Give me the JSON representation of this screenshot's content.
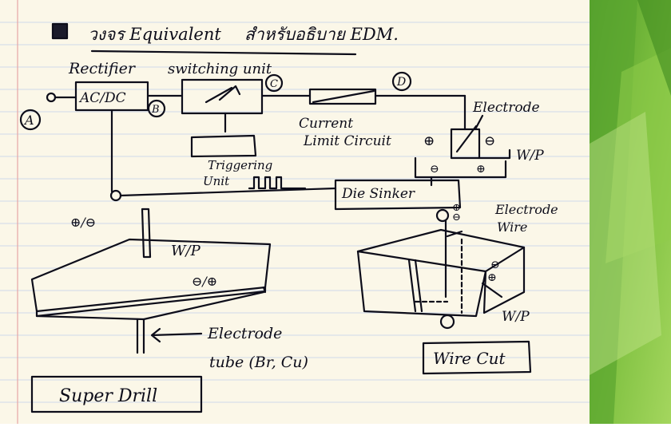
{
  "header": {
    "title_left": "วงจร Equivalent",
    "title_right": "สำหรับอธิบาย EDM."
  },
  "labels": {
    "rectifier": "Rectifier",
    "switching_unit": "switching unit",
    "acdc": "AC/DC",
    "point_a": "A",
    "point_b": "B",
    "point_c": "C",
    "point_d": "D",
    "resistor_text": "",
    "current_limit_line1": "Current",
    "current_limit_line2": "Limit Circuit",
    "plus_sign": "⊕",
    "minus_sign": "⊖",
    "electrode_top": "Electrode",
    "wp_top": "W/P",
    "triggering_line1": "Triggering",
    "triggering_line2": "Unit",
    "die_sinker": "Die Sinker",
    "polarity_drill_top": "⊕/⊖",
    "wp_drill": "W/P",
    "polarity_drill_side": "⊖/⊕",
    "electrode_tube_line1": "Electrode",
    "electrode_tube_line2": "tube (Br, Cu)",
    "super_drill": "Super Drill",
    "electrode_wire": "Electrode",
    "wire": "Wire",
    "wp_wirecut": "W/P",
    "wire_cut": "Wire Cut"
  },
  "colors": {
    "paper": "#fbf7e8",
    "ruled_line": "#cfd9ea",
    "margin_line": "#e7a6a6",
    "ink": "#0d0d1a",
    "green_dark": "#4f9a2a",
    "green_light": "#a4d65e"
  }
}
